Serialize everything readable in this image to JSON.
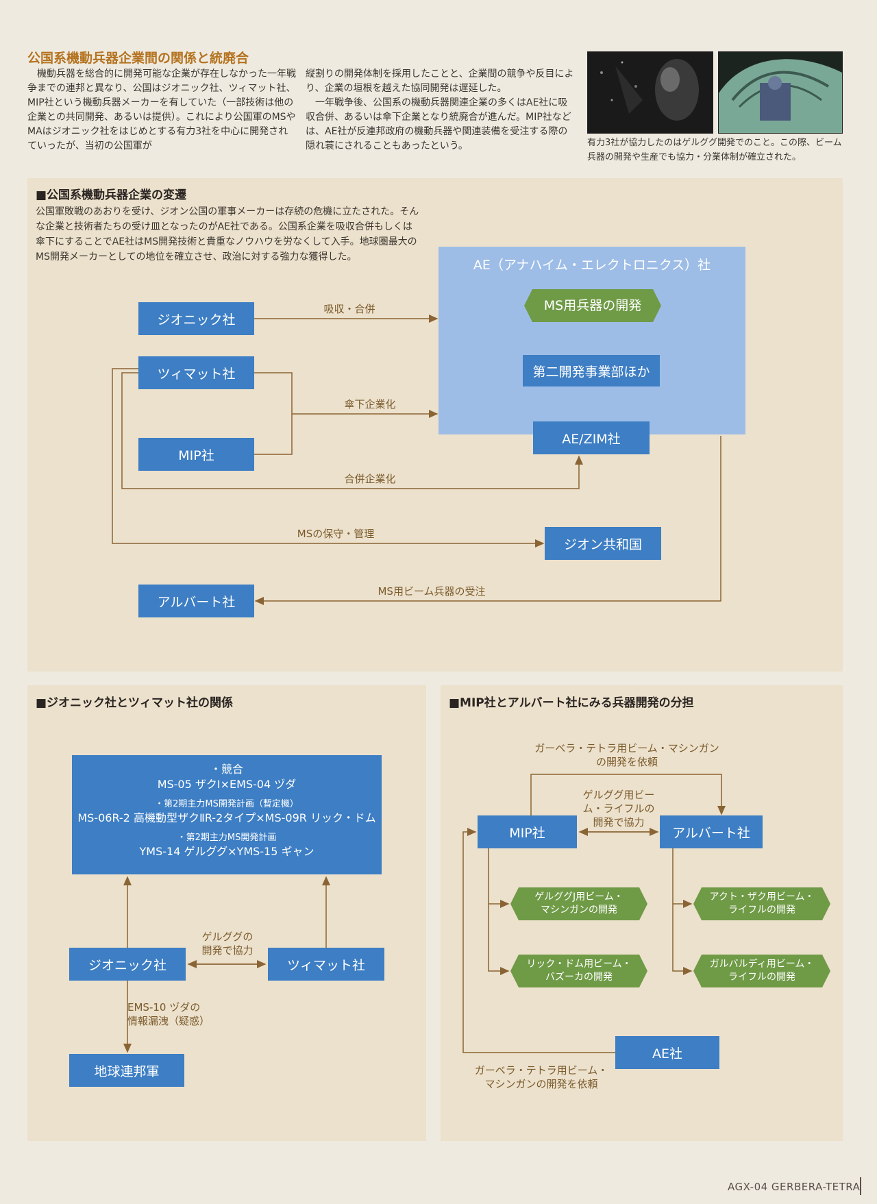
{
  "intro": {
    "title": "公国系機動兵器企業間の関係と統廃合",
    "col1": "　機動兵器を総合的に開発可能な企業が存在しなかった一年戦争までの連邦と異なり、公国はジオニック社、ツィマット社、MIP社という機動兵器メーカーを有していた（一部技術は他の企業との共同開発、あるいは提供）。これにより公国軍のMSやMAはジオニック社をはじめとする有力3社を中心に開発されていったが、当初の公国軍が",
    "col2": "縦割りの開発体制を採用したことと、企業間の競争や反目により、企業の垣根を越えた協同開発は遅延した。\n　一年戦争後、公国系の機動兵器関連企業の多くはAE社に吸収合併、あるいは傘下企業となり統廃合が進んだ。MIP社などは、AE社が反連邦政府の機動兵器や関連装備を受注する際の隠れ蓑にされることもあったという。",
    "caption": "有力3社が協力したのはゲルググ開発でのこと。この際、ビーム兵器の開発や生産でも協力・分業体制が確立された。"
  },
  "panel1": {
    "title": "■公国系機動兵器企業の変遷",
    "text": "公国軍敗戦のあおりを受け、ジオン公国の軍事メーカーは存続の危機に立たされた。そんな企業と技術者たちの受け皿となったのがAE社である。公国系企業を吸収合併もしくは傘下にすることでAE社はMS開発技術と貴重なノウハウを労なくして入手。地球圏最大のMS開発メーカーとしての地位を確立させ、政治に対する強力な獲得した。",
    "boxes": {
      "zionic": "ジオニック社",
      "zimmad": "ツィマット社",
      "mip": "MIP社",
      "albert": "アルバート社",
      "ae_title": "AE（アナハイム・エレクトロニクス）社",
      "ms_weapons": "MS用兵器の開発",
      "dev2": "第二開発事業部ほか",
      "aezim": "AE/ZIM社",
      "republic": "ジオン共和国"
    },
    "labels": {
      "absorb": "吸収・合併",
      "subsidiary": "傘下企業化",
      "merger": "合併企業化",
      "maintenance": "MSの保守・管理",
      "beam_order": "MS用ビーム兵器の受注"
    }
  },
  "panel2": {
    "title": "■ジオニック社とツィマット社の関係",
    "compete": {
      "head": "・競合",
      "line1": "MS-05 ザクⅠ×EMS-04 ヅダ",
      "line2": "・第2期主力MS開発計画（暫定機）",
      "line3": "MS-06R-2 高機動型ザクⅡR-2タイプ×MS-09R リック・ドム",
      "line4": "・第2期主力MS開発計画",
      "line5": "YMS-14 ゲルググ×YMS-15 ギャン"
    },
    "zionic": "ジオニック社",
    "zimmad": "ツィマット社",
    "federation": "地球連邦軍",
    "coop": "ゲルググの\n開発で協力",
    "leak": "EMS-10 ヅダの\n情報漏洩（疑惑）"
  },
  "panel3": {
    "title": "■MIP社とアルバート社にみる兵器開発の分担",
    "top_label": "ガーベラ・テトラ用ビーム・マシンガン\nの開発を依頼",
    "mid_label": "ゲルググ用ビー\nム・ライフルの\n開発で協力",
    "mip": "MIP社",
    "albert": "アルバート社",
    "ae": "AE社",
    "hex1": "ゲルググJ用ビーム・\nマシンガンの開発",
    "hex2": "リック・ドム用ビーム・\nバズーカの開発",
    "hex3": "アクト・ザク用ビーム・\nライフルの開発",
    "hex4": "ガルバルディ用ビーム・\nライフルの開発",
    "bottom_label": "ガーベラ・テトラ用ビーム・\nマシンガンの開発を依頼"
  },
  "footer": "AGX-04 GERBERA-TETRA",
  "colors": {
    "accent": "#b4731f",
    "blue": "#3d7ec4",
    "green": "#6f9a46",
    "line": "#8a6434",
    "panel": "#ece1cc"
  }
}
